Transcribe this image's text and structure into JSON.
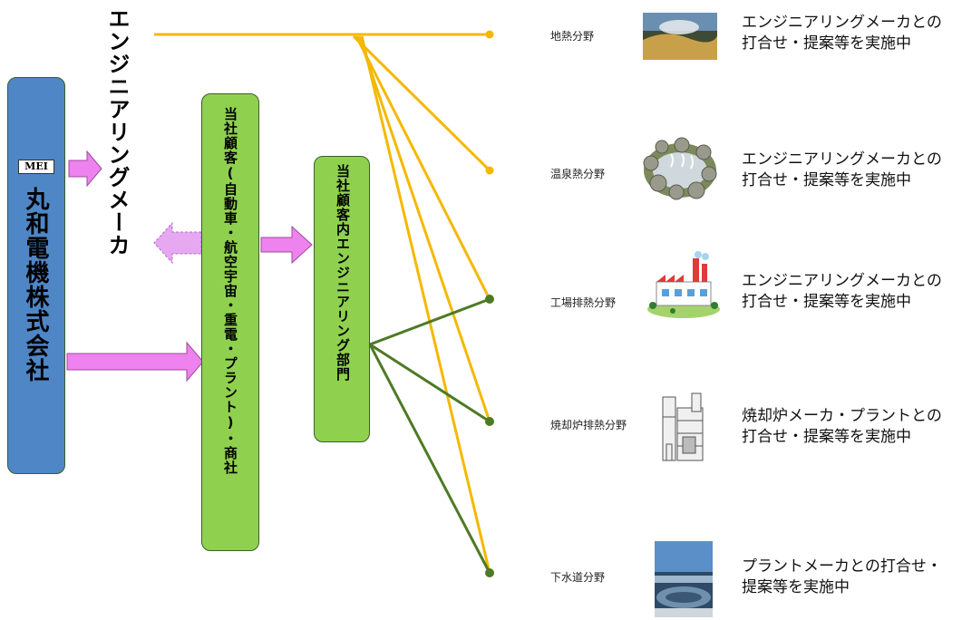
{
  "company": {
    "logo": "MEI",
    "name": "丸和電機株式会社"
  },
  "engineering_maker": "エンジニアリングメーカ",
  "customer_box": "当社顧客(自動車・航空宇宙・重電・プラント)・商社",
  "engineering_dept": "当社顧客内エンジニアリング部門",
  "fields": [
    {
      "label": "地熱分野",
      "icon": "geothermal-photo-icon",
      "desc1": "エンジニアリングメーカとの",
      "desc2": "打合せ・提案等を実施中"
    },
    {
      "label": "温泉熱分野",
      "icon": "hot-spring-icon",
      "desc1": "エンジニアリングメーカとの",
      "desc2": "打合せ・提案等を実施中"
    },
    {
      "label": "工場排熱分野",
      "icon": "factory-icon",
      "desc1": "エンジニアリングメーカとの",
      "desc2": "打合せ・提案等を実施中"
    },
    {
      "label": "焼却炉排熱分野",
      "icon": "incinerator-icon",
      "desc1": "焼却炉メーカ・プラントとの",
      "desc2": "打合せ・提案等を実施中"
    },
    {
      "label": "下水道分野",
      "icon": "sewage-plant-photo-icon",
      "desc1": "プラントメーカとの打合せ・",
      "desc2": "提案等を実施中"
    }
  ],
  "colors": {
    "company_box": "#4f86c6",
    "customer_box": "#8fd14f",
    "arrow": "#ee82ee",
    "yellow_line": "#f5b800",
    "green_line": "#4d7a24"
  }
}
